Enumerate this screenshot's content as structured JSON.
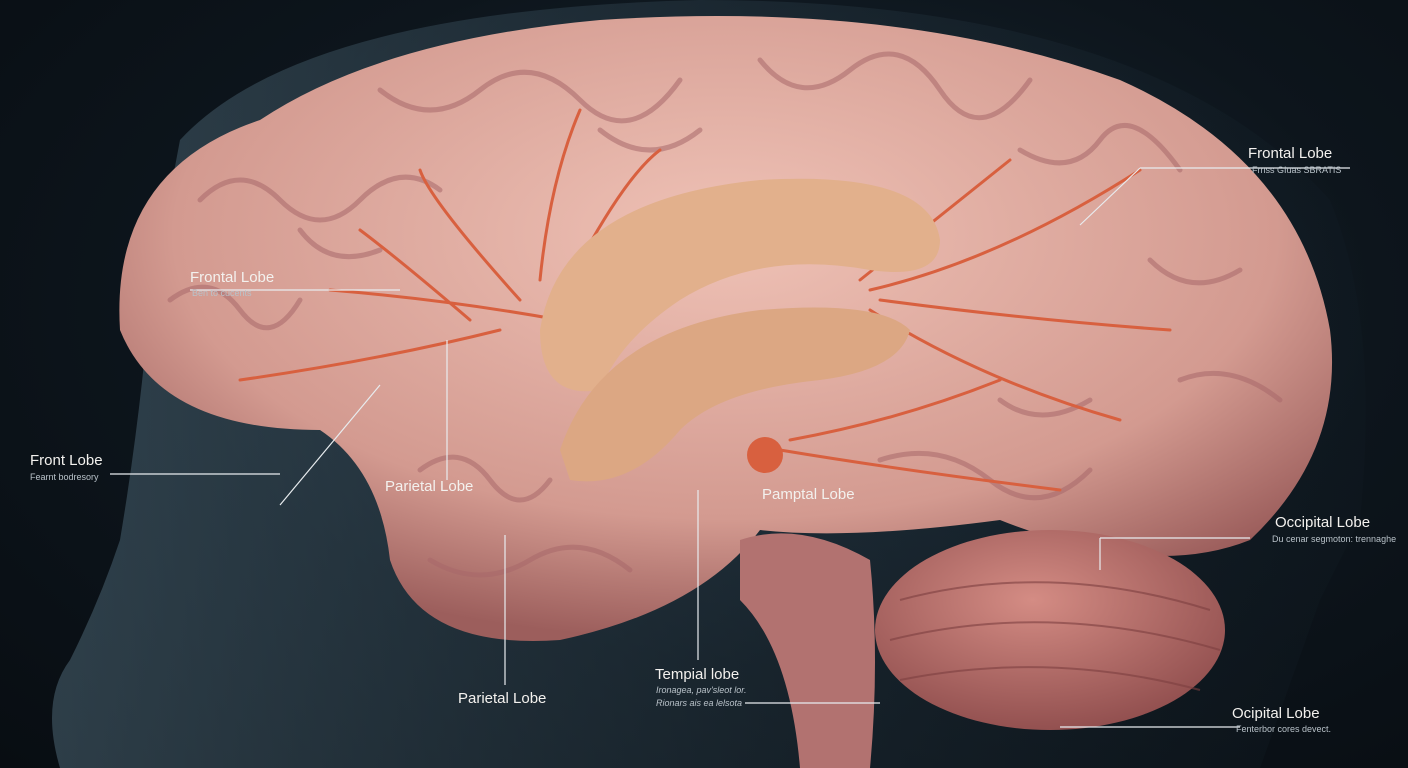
{
  "colors": {
    "background": "#0b1117",
    "brain": "#d9a39a",
    "brain_shadow": "#a86a66",
    "vessels": "#d8603f",
    "corpus": "#e2b08c",
    "cerebellum": "#c07a72",
    "head": "#4f6f80",
    "label": "#f3f1ee"
  },
  "labels": [
    {
      "title": "Frontal Lobe",
      "sub": "Frnss GIuas SBRATIS"
    },
    {
      "title": "Frontal Lobe",
      "sub": "Ben to cucents"
    },
    {
      "title": "Front Lobe",
      "sub": "Fearnt bodresory"
    },
    {
      "title": "Parietal Lobe",
      "sub": ""
    },
    {
      "title": "Pamptal Lobe",
      "sub": ""
    },
    {
      "title": "Occipital Lobe",
      "sub": "Du cenar segmoton: trennaghe"
    },
    {
      "title": "Tempial lobe",
      "sub": "Ironagea, pav'sleot lor.",
      "sub2": "Rionars ais ea lelsota"
    },
    {
      "title": "Parietal Lobe",
      "sub": ""
    },
    {
      "title": "Ocipital Lobe",
      "sub": "Fenterbor cores devect."
    }
  ]
}
